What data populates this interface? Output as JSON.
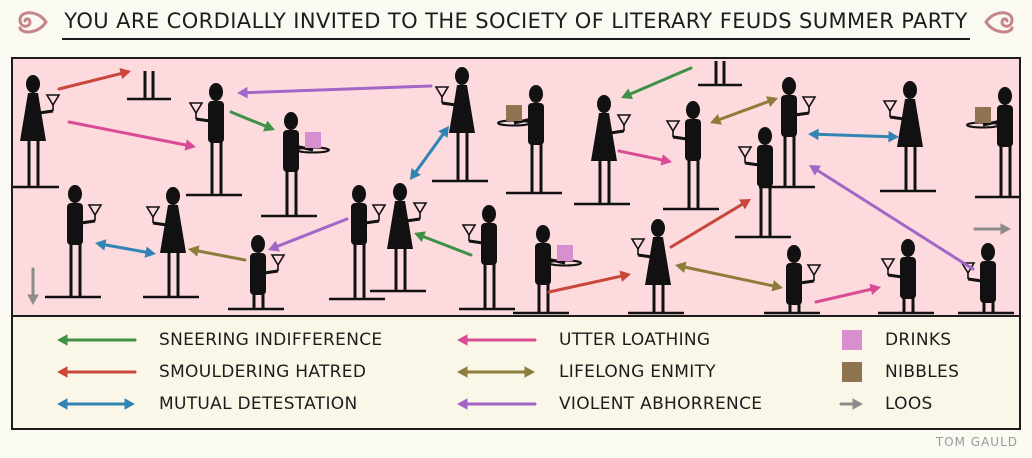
{
  "title": "YOU ARE CORDIALLY INVITED TO THE SOCIETY OF LITERARY FEUDS SUMMER PARTY",
  "colors": {
    "background_scene": "#fcdadd",
    "background_legend": "#fbf7e8",
    "sneering_indifference": "#3e9146",
    "smouldering_hatred": "#c9463a",
    "mutual_detestation": "#3284b5",
    "utter_loathing": "#d94b95",
    "lifelong_enmity": "#8c7d3a",
    "violent_abhorrence": "#a266c6",
    "drinks": "#d78fd0",
    "nibbles": "#8f7452",
    "loos": "#8c8c8c"
  },
  "legend": [
    {
      "label": "SNEERING INDIFFERENCE",
      "symbol": "arrow-left",
      "color_key": "sneering_indifference"
    },
    {
      "label": "SMOULDERING HATRED",
      "symbol": "arrow-left",
      "color_key": "smouldering_hatred"
    },
    {
      "label": "MUTUAL DETESTATION",
      "symbol": "arrow-both",
      "color_key": "mutual_detestation"
    },
    {
      "label": "UTTER LOATHING",
      "symbol": "arrow-left",
      "color_key": "utter_loathing"
    },
    {
      "label": "LIFELONG ENMITY",
      "symbol": "arrow-both",
      "color_key": "lifelong_enmity"
    },
    {
      "label": "VIOLENT ABHORRENCE",
      "symbol": "arrow-left",
      "color_key": "violent_abhorrence"
    },
    {
      "label": "DRINKS",
      "symbol": "square",
      "color_key": "drinks"
    },
    {
      "label": "NIBBLES",
      "symbol": "square",
      "color_key": "nibbles"
    },
    {
      "label": "LOOS",
      "symbol": "arrow-right",
      "color_key": "loos"
    }
  ],
  "credit": "TOM GAULD"
}
